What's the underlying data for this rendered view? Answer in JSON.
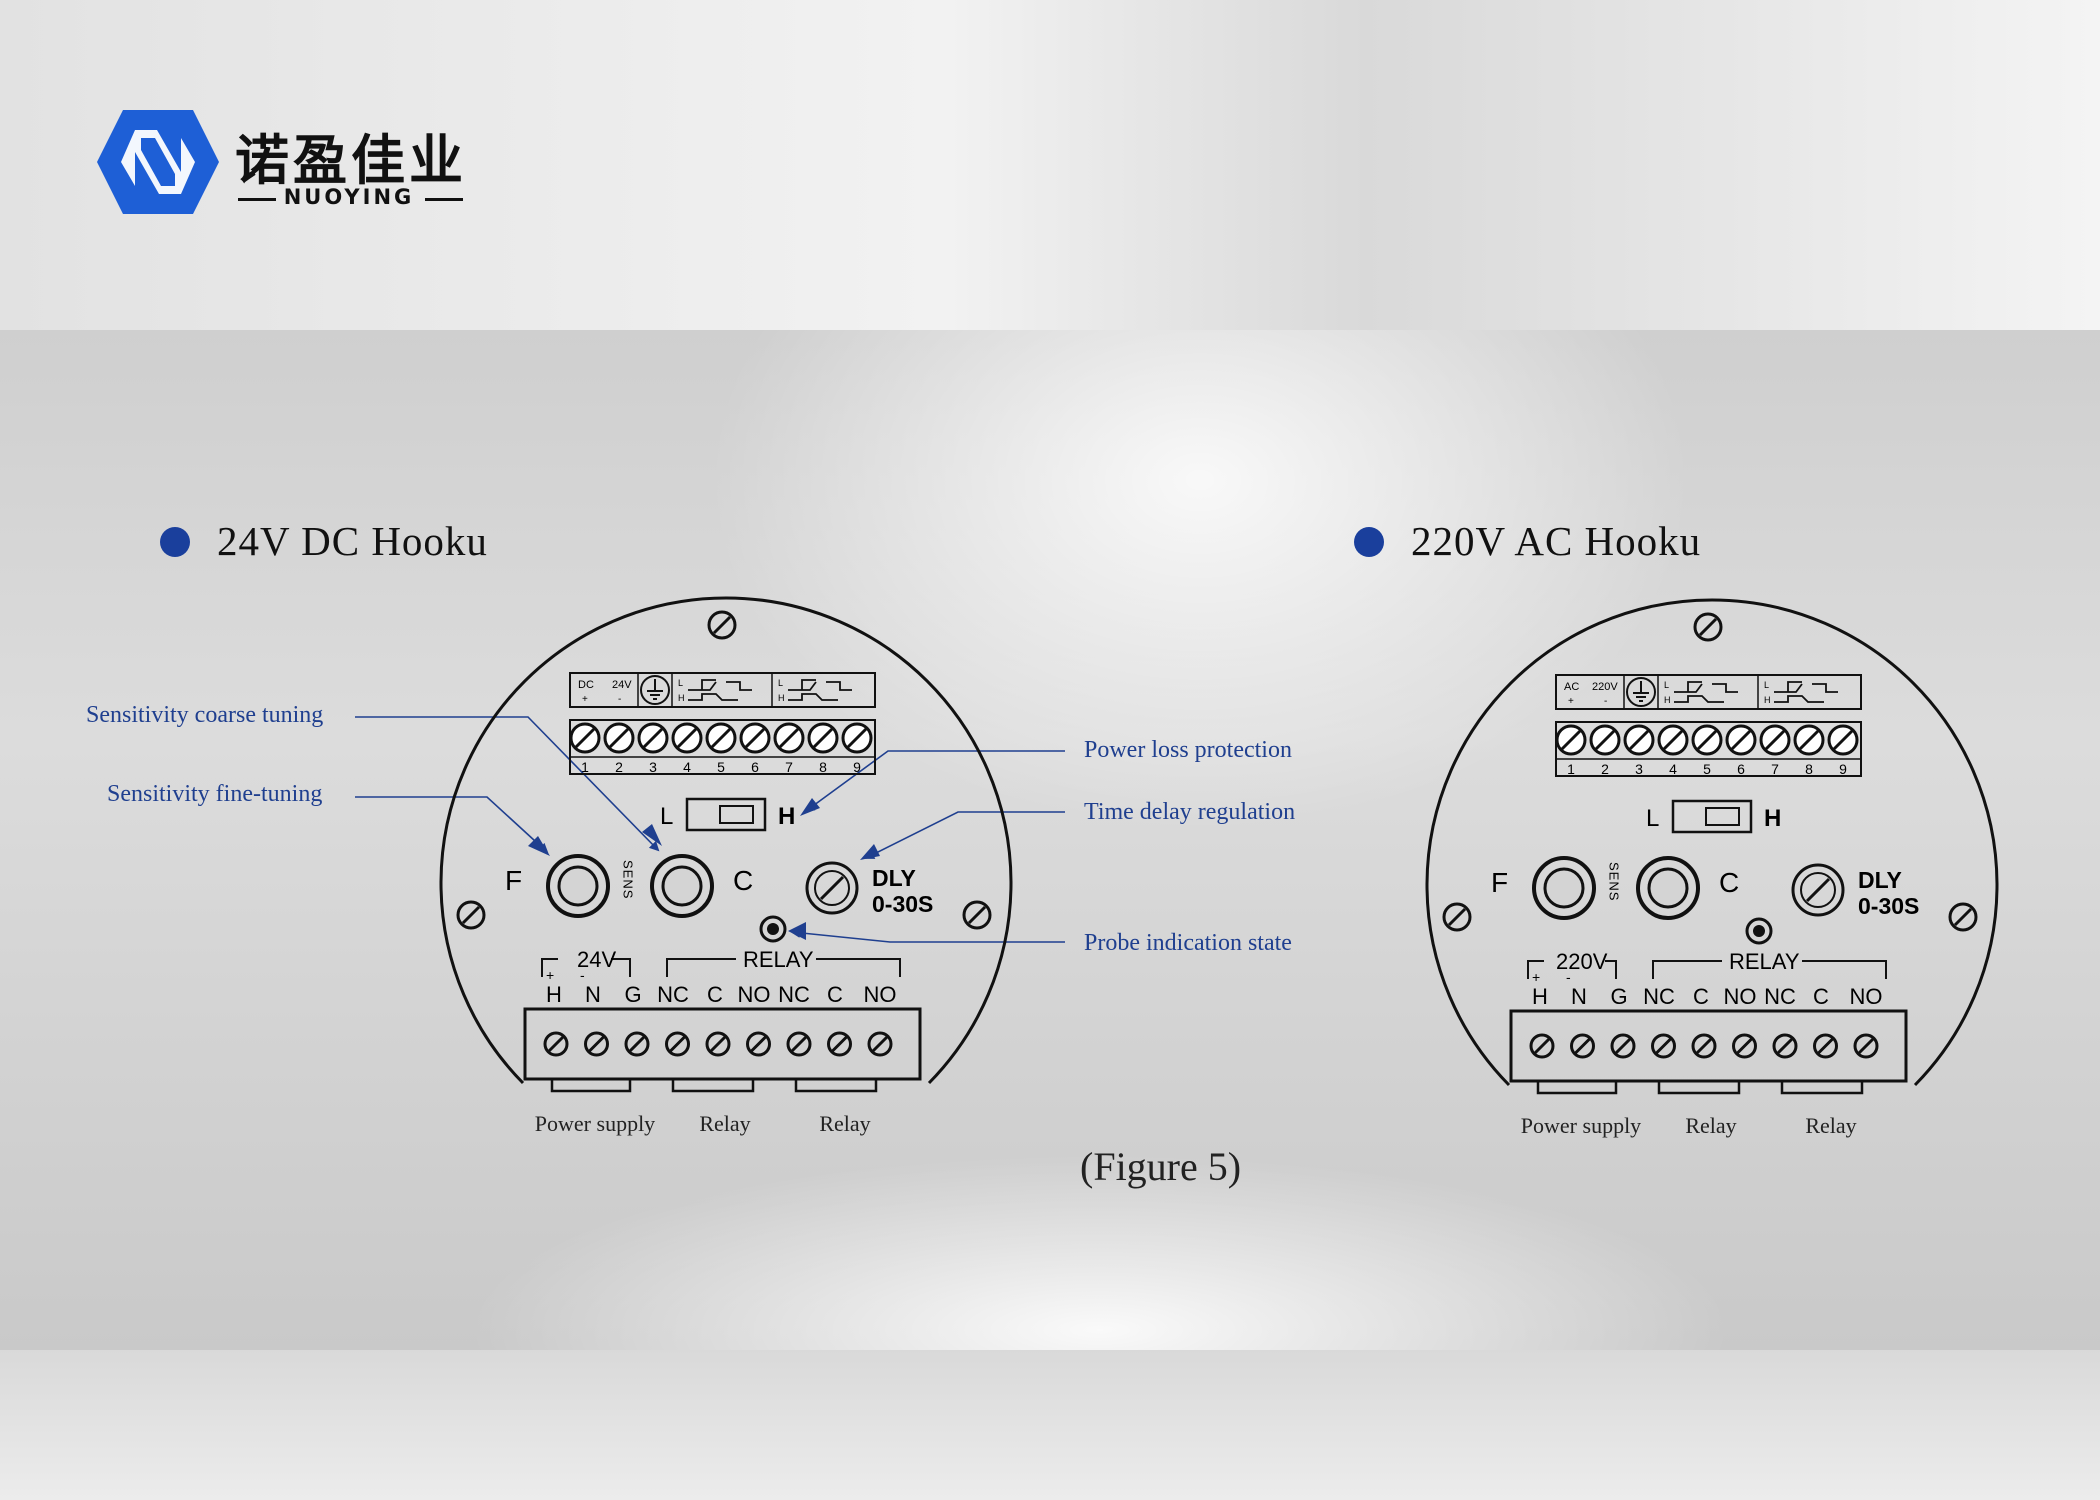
{
  "brand": {
    "name_cn": "诺盈佳业",
    "name_en": "NUOYING",
    "logo_color": "#1e5fd6"
  },
  "figure_caption": "(Figure 5)",
  "left_panel": {
    "heading": "24V DC  Hooku",
    "terminal_header": {
      "power_type": "DC",
      "voltage": "24V",
      "plus": "+",
      "minus": "-",
      "relay_l": "L",
      "relay_h": "H"
    },
    "terminal_numbers": [
      "1",
      "2",
      "3",
      "4",
      "5",
      "6",
      "7",
      "8",
      "9"
    ],
    "switch": {
      "left": "L",
      "right": "H"
    },
    "knobs": {
      "fine": "F",
      "coarse": "C",
      "sens": "SENS",
      "delay_label": "DLY",
      "delay_range": "0-30S"
    },
    "bottom_group_voltage": "24V",
    "bottom_group_relay": "RELAY",
    "bottom_plus": "+",
    "bottom_minus": "-",
    "bottom_terminals": [
      "H",
      "N",
      "G",
      "NC",
      "C",
      "NO",
      "NC",
      "C",
      "NO"
    ],
    "sub_labels": [
      "Power supply",
      "Relay",
      "Relay"
    ]
  },
  "right_panel": {
    "heading": "220V AC  Hooku",
    "terminal_header": {
      "power_type": "AC",
      "voltage": "220V",
      "plus": "+",
      "minus": "-",
      "relay_l": "L",
      "relay_h": "H"
    },
    "terminal_numbers": [
      "1",
      "2",
      "3",
      "4",
      "5",
      "6",
      "7",
      "8",
      "9"
    ],
    "switch": {
      "left": "L",
      "right": "H"
    },
    "knobs": {
      "fine": "F",
      "coarse": "C",
      "sens": "SENS",
      "delay_label": "DLY",
      "delay_range": "0-30S"
    },
    "bottom_group_voltage": "220V",
    "bottom_group_relay": "RELAY",
    "bottom_plus": "+",
    "bottom_minus": "-",
    "bottom_terminals": [
      "H",
      "N",
      "G",
      "NC",
      "C",
      "NO",
      "NC",
      "C",
      "NO"
    ],
    "sub_labels": [
      "Power supply",
      "Relay",
      "Relay"
    ]
  },
  "callouts": {
    "coarse": "Sensitivity coarse tuning",
    "fine": "Sensitivity fine-tuning",
    "power_loss": "Power loss protection",
    "time_delay": "Time delay regulation",
    "probe": "Probe indication state"
  },
  "colors": {
    "accent": "#1a3f9c",
    "callout_text": "#1f3f8f",
    "line": "#111111"
  }
}
